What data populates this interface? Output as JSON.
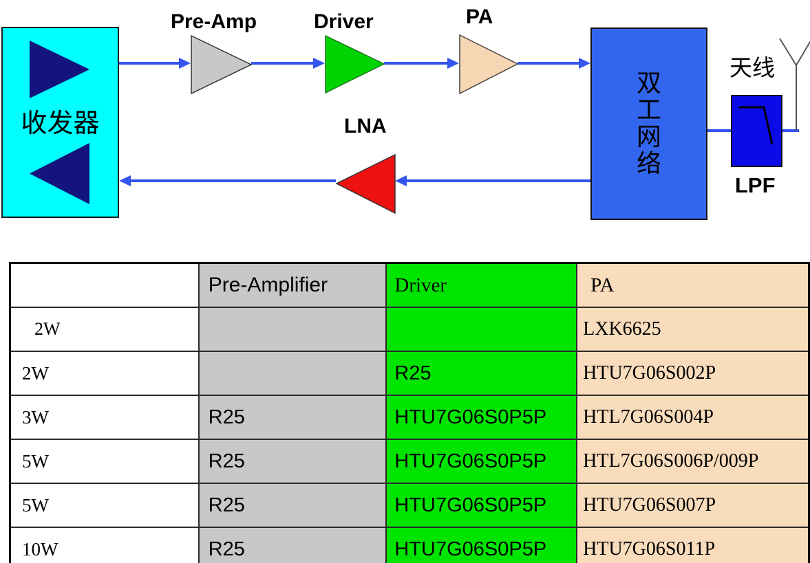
{
  "diagram": {
    "transceiver": {
      "label": "收发器"
    },
    "preamp": {
      "label": "Pre-Amp"
    },
    "driver": {
      "label": "Driver"
    },
    "pa": {
      "label": "PA"
    },
    "lna": {
      "label": "LNA"
    },
    "duplexer": {
      "label": "双工网络",
      "chars": [
        "双",
        "工",
        "网",
        "络"
      ]
    },
    "antenna": {
      "label": "天线"
    },
    "lpf": {
      "label": "LPF"
    }
  },
  "colors": {
    "transceiver_fill": "#00ffff",
    "internal_arrow": "#14147e",
    "preamp_fill": "#c8c8c8",
    "driver_fill": "#00d400",
    "pa_fill": "#f6d7b3",
    "lna_fill": "#ee1111",
    "duplexer_fill": "#3366ee",
    "lpf_fill": "#0b0be8",
    "signal_line": "#3355ee",
    "table_preamp_column": "#c8c8c8",
    "table_driver_column": "#00e500",
    "table_pa_column": "#f8dcbc"
  },
  "table": {
    "headers": [
      "",
      "Pre-Amplifier",
      "Driver",
      "PA"
    ],
    "rows": [
      {
        "power": "2W",
        "pre_amplifier": "",
        "driver": "",
        "pa": "LXK6625"
      },
      {
        "power": "2W",
        "pre_amplifier": "",
        "driver": "R25",
        "pa": "HTU7G06S002P"
      },
      {
        "power": "3W",
        "pre_amplifier": "R25",
        "driver": "HTU7G06S0P5P",
        "pa": "HTL7G06S004P"
      },
      {
        "power": "5W",
        "pre_amplifier": "R25",
        "driver": "HTU7G06S0P5P",
        "pa": "HTL7G06S006P/009P"
      },
      {
        "power": "5W",
        "pre_amplifier": "R25",
        "driver": "HTU7G06S0P5P",
        "pa": "HTU7G06S007P"
      },
      {
        "power": "10W",
        "pre_amplifier": "R25",
        "driver": "HTU7G06S0P5P",
        "pa": "HTU7G06S011P"
      }
    ]
  }
}
